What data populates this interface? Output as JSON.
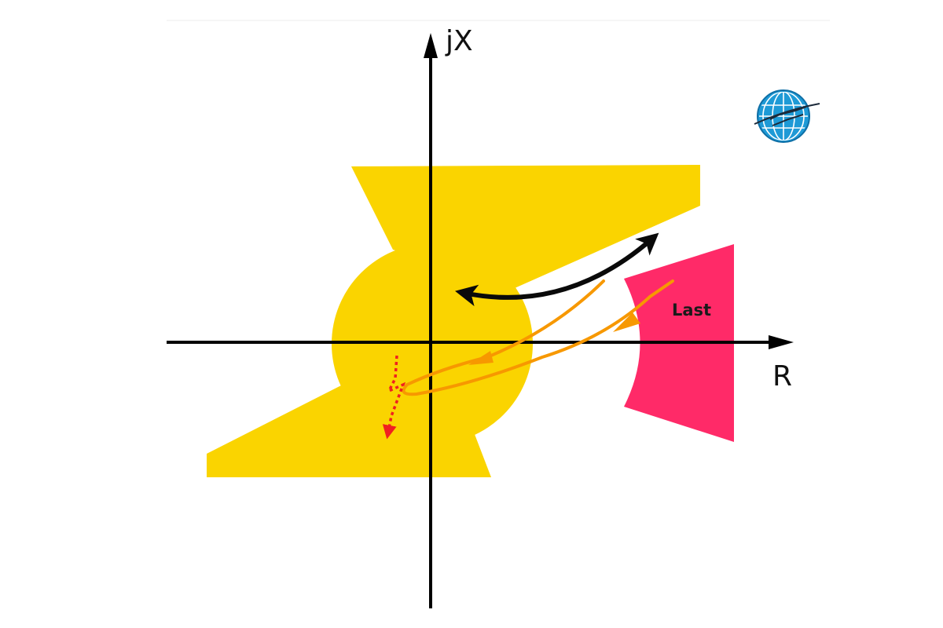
{
  "axes": {
    "y_label": "jX",
    "x_label": "R"
  },
  "regions": {
    "load_label": "Last"
  },
  "logo": {
    "icon": "globe-icon"
  },
  "colors": {
    "trip_zone": "#FAD400",
    "load_zone": "#FF2A68",
    "swing_path": "#F79800",
    "fault_path": "#F02020",
    "power_swing_arrow": "#0a0a0a",
    "axis": "#000000",
    "globe_blue": "#1E9AD6"
  }
}
